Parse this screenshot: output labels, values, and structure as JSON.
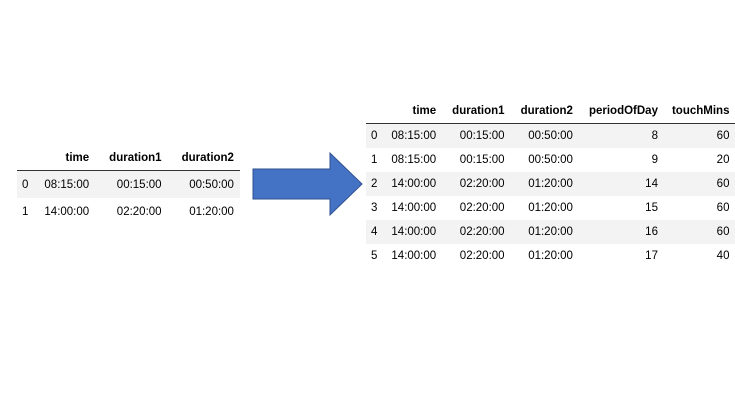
{
  "left_table": {
    "columns": [
      "time",
      "duration1",
      "duration2"
    ],
    "rows": [
      {
        "index": "0",
        "time": "08:15:00",
        "duration1": "00:15:00",
        "duration2": "00:50:00"
      },
      {
        "index": "1",
        "time": "14:00:00",
        "duration1": "02:20:00",
        "duration2": "01:20:00"
      }
    ]
  },
  "right_table": {
    "columns": [
      "time",
      "duration1",
      "duration2",
      "periodOfDay",
      "touchMins"
    ],
    "rows": [
      {
        "index": "0",
        "time": "08:15:00",
        "duration1": "00:15:00",
        "duration2": "00:50:00",
        "periodOfDay": "8",
        "touchMins": "60"
      },
      {
        "index": "1",
        "time": "08:15:00",
        "duration1": "00:15:00",
        "duration2": "00:50:00",
        "periodOfDay": "9",
        "touchMins": "20"
      },
      {
        "index": "2",
        "time": "14:00:00",
        "duration1": "02:20:00",
        "duration2": "01:20:00",
        "periodOfDay": "14",
        "touchMins": "60"
      },
      {
        "index": "3",
        "time": "14:00:00",
        "duration1": "02:20:00",
        "duration2": "01:20:00",
        "periodOfDay": "15",
        "touchMins": "60"
      },
      {
        "index": "4",
        "time": "14:00:00",
        "duration1": "02:20:00",
        "duration2": "01:20:00",
        "periodOfDay": "16",
        "touchMins": "60"
      },
      {
        "index": "5",
        "time": "14:00:00",
        "duration1": "02:20:00",
        "duration2": "01:20:00",
        "periodOfDay": "17",
        "touchMins": "40"
      }
    ]
  },
  "arrow": {
    "icon": "right-arrow-icon",
    "fill_color": "#4472c4",
    "stroke_color": "#2f528f"
  },
  "colors": {
    "stripe": "#f3f3f3",
    "header_rule": "#333333"
  }
}
